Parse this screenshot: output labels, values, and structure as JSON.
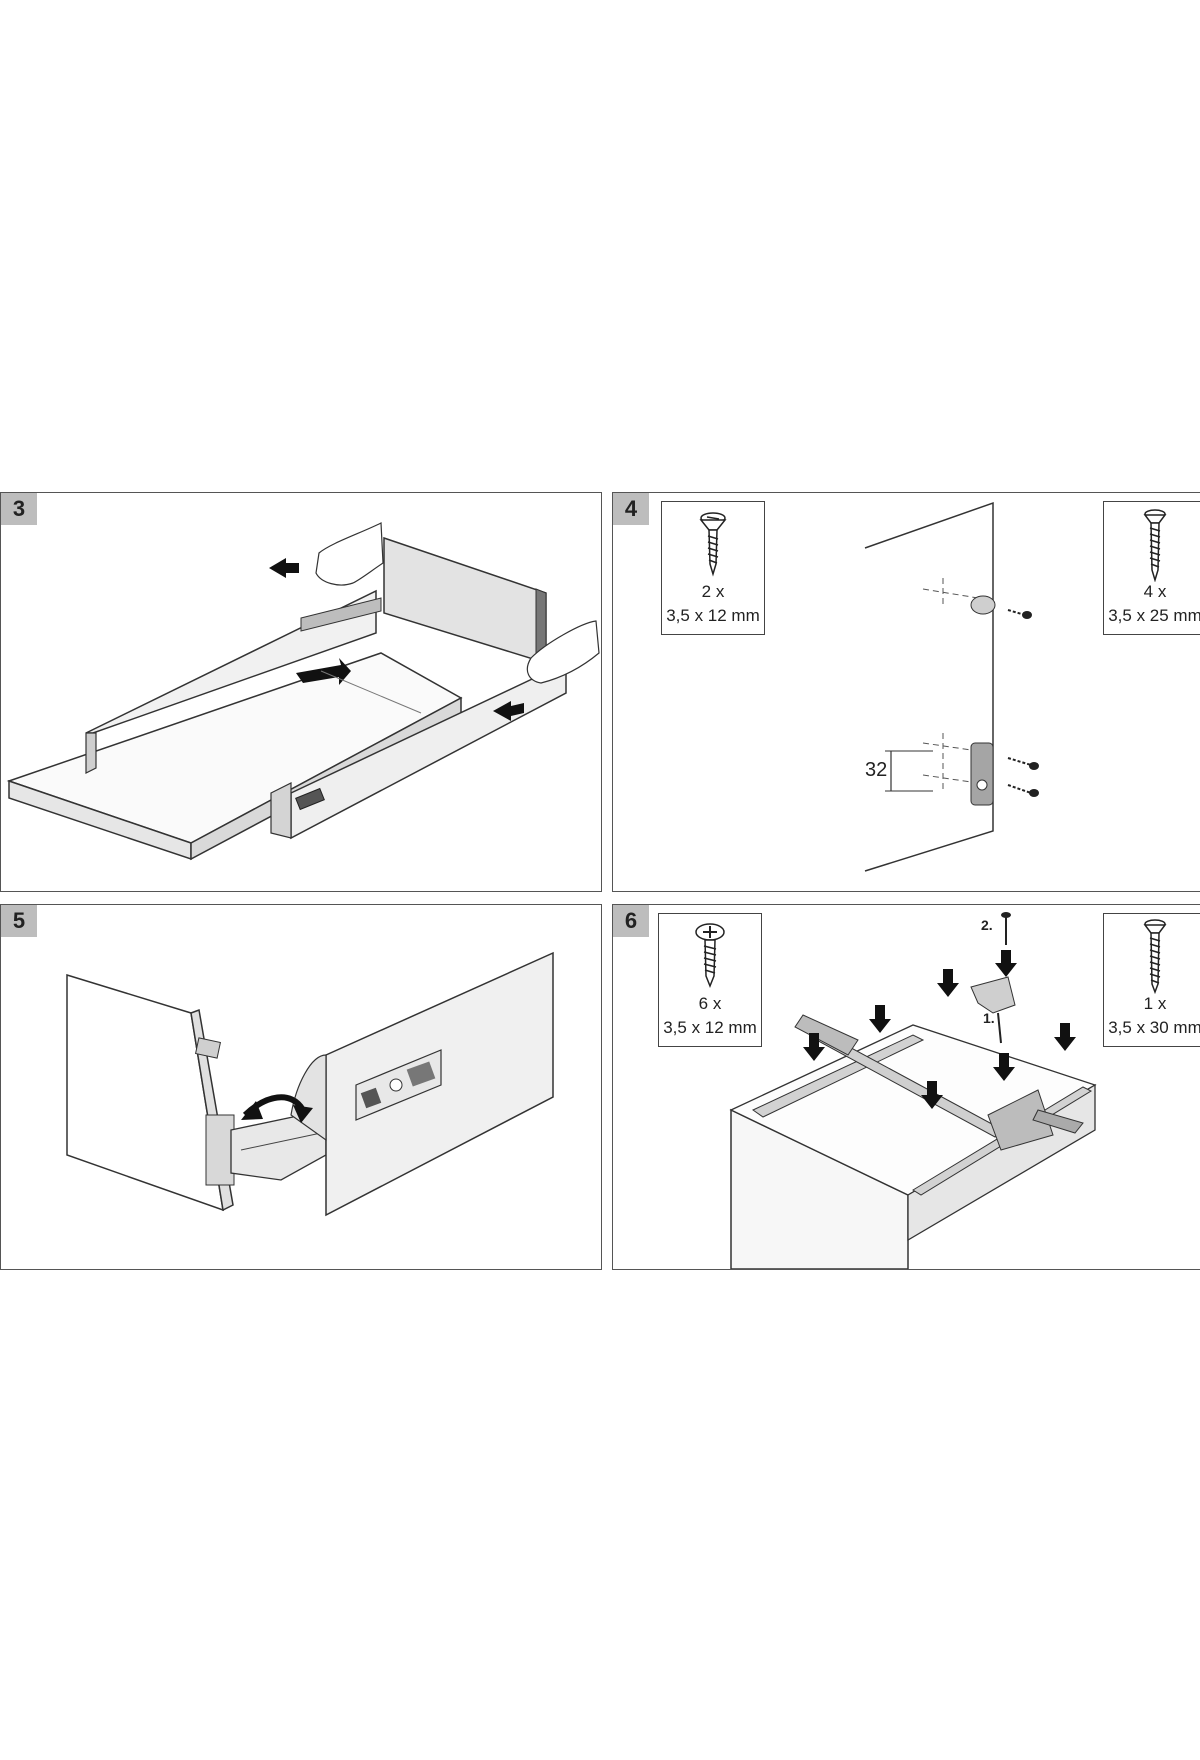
{
  "steps": {
    "step3": {
      "number": "3"
    },
    "step4": {
      "number": "4",
      "screws_left": {
        "count": "2 x",
        "size": "3,5 x 12 mm"
      },
      "screws_right": {
        "count": "4 x",
        "size": "3,5 x 25 mm"
      },
      "dimension": "32"
    },
    "step5": {
      "number": "5"
    },
    "step6": {
      "number": "6",
      "screws_left": {
        "count": "6 x",
        "size": "3,5 x 12 mm"
      },
      "screws_right": {
        "count": "1 x",
        "size": "3,5 x 30 mm"
      },
      "order_first": "1.",
      "order_second": "2."
    }
  }
}
